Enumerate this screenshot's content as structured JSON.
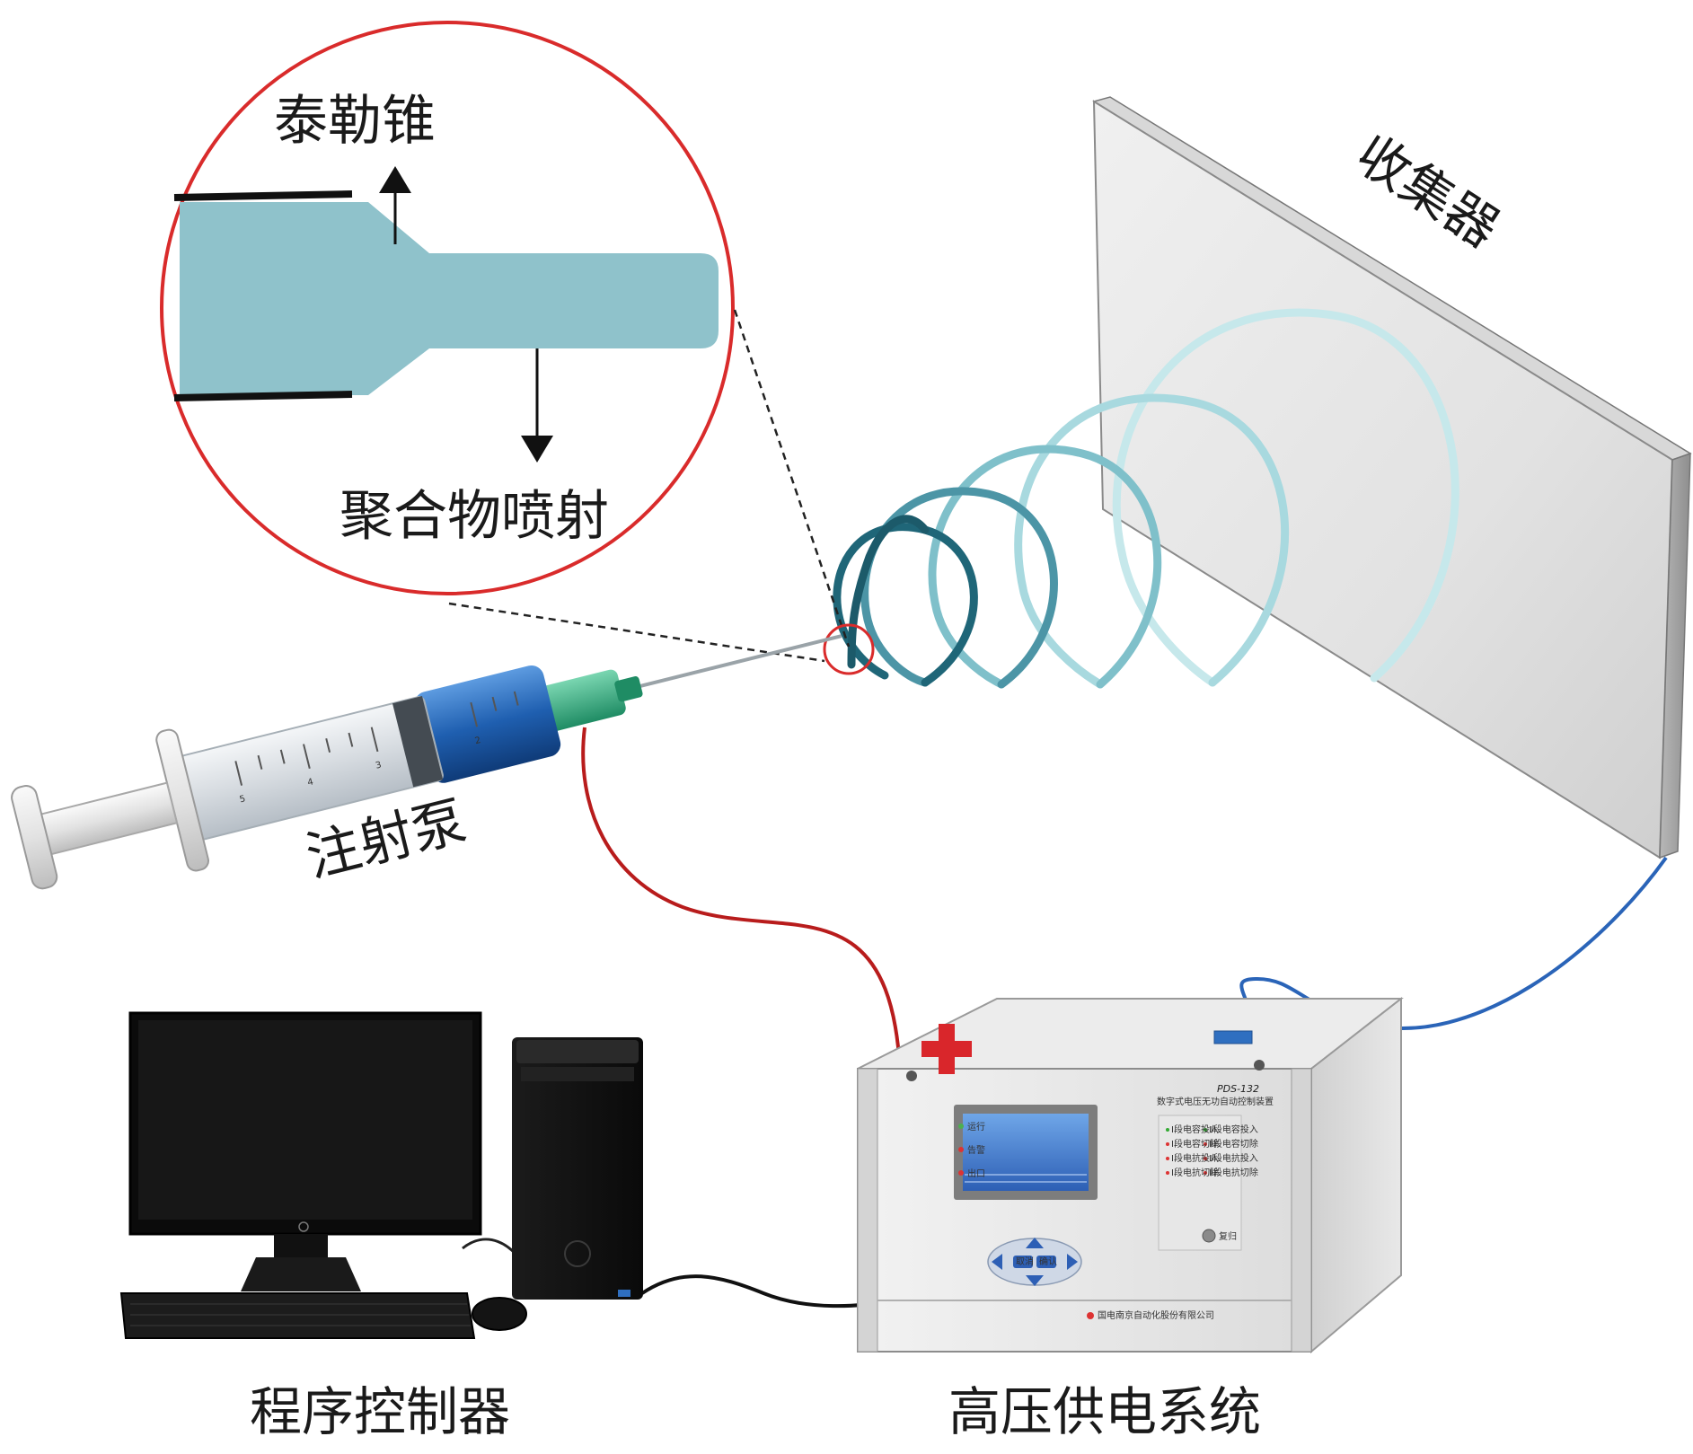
{
  "labels": {
    "taylor_cone": "泰勒锥",
    "polymer_jet": "聚合物喷射",
    "collector": "收集器",
    "syringe_pump": "注射泵",
    "program_controller": "程序控制器",
    "hv_supply": "高压供电系统"
  },
  "device": {
    "model": "PDS-132",
    "name": "数字式电压无功自动控制装置",
    "company": "国电南京自动化股份有限公司",
    "status_leds": [
      "运行",
      "告警",
      "出口"
    ],
    "indicators": [
      "Ⅰ段电容投入",
      "Ⅱ段电容投入",
      "Ⅰ段电容切除",
      "Ⅱ段电容切除",
      "Ⅰ段电抗投入",
      "Ⅱ段电抗投入",
      "Ⅰ段电抗切除",
      "Ⅱ段电抗切除"
    ],
    "reset_label": "复归",
    "nav_labels": [
      "取消",
      "确认"
    ]
  },
  "syringe_scale": [
    "5",
    "4",
    "3",
    "2"
  ],
  "colors": {
    "zoom_circle": "#d92b2b",
    "jet_fill": "#8fc2cb",
    "positive_wire": "#b81c1c",
    "negative_wire": "#2a64b8",
    "plus_sign": "#d9262b",
    "minus_sign": "#2f6fc0",
    "spiral_dark": "#1c5a6a",
    "spiral_light": "#b5e0e4",
    "collector_face": "#e6e6e6",
    "syringe_barrel": "#2a6fc4",
    "needle_hub": "#3cb08a"
  },
  "icons": [
    "plus-sign-icon",
    "minus-sign-icon",
    "hp-logo-icon",
    "arrow-up-icon",
    "arrow-down-icon"
  ]
}
